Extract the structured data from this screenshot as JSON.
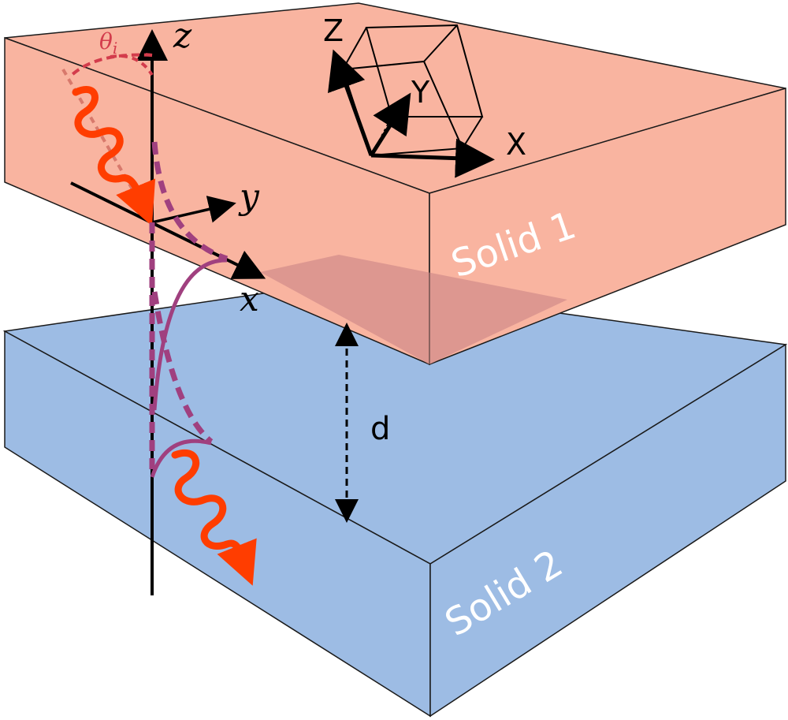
{
  "labels": {
    "theta_symbol": "θ",
    "theta_sub": "i",
    "axis_z": "z",
    "axis_y": "y",
    "axis_x": "x",
    "crystal_z": "Z",
    "crystal_y": "Y",
    "crystal_x": "X",
    "solid1": "Solid 1",
    "solid2": "Solid 2",
    "gap": "d"
  },
  "colors": {
    "solid1_fill": "#f9b4a0",
    "solid2_fill": "#9dbce4",
    "overlap_fill": "#d9938e",
    "wave_arrow": "#ff3d00",
    "angle_arc": "#d33c4c",
    "mode_curve": "#a0407f",
    "outline": "#1a1a1a",
    "solid_label": "#ffffff"
  },
  "icons": {
    "incoming_wave": "wavy-arrow",
    "transmitted_wave": "wavy-arrow",
    "crystal_cube": "cube-wireframe"
  }
}
